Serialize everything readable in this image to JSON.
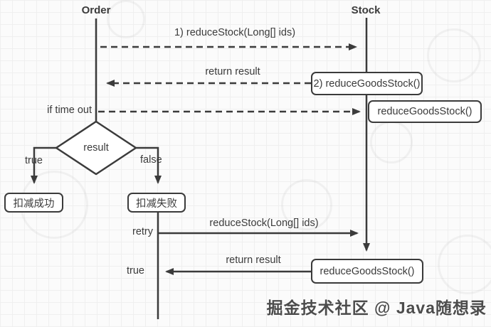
{
  "actors": {
    "order": "Order",
    "stock": "Stock"
  },
  "messages": {
    "reduce_stock_1": "1) reduceStock(Long[] ids)",
    "return_result_1": "return result",
    "timeout_condition": "if time out",
    "retry_label": "retry",
    "reduce_stock_retry": "reduceStock(Long[] ids)",
    "return_result_2": "return result",
    "true_ack": "true"
  },
  "boxes": {
    "reduce_goods_stock_numbered": "2) reduceGoodsStock()",
    "reduce_goods_stock_timeout": "reduceGoodsStock()",
    "deduct_success": "扣减成功",
    "deduct_fail": "扣减失败",
    "reduce_goods_stock_bottom": "reduceGoodsStock()"
  },
  "decision": {
    "label": "result",
    "true_label": "true",
    "false_label": "false"
  },
  "watermark": "掘金技术社区 @ Java随想录",
  "colors": {
    "line": "#3b3b3b",
    "box_fill": "#ffffff",
    "background": "#fbfbfb",
    "grid": "#efefef"
  }
}
